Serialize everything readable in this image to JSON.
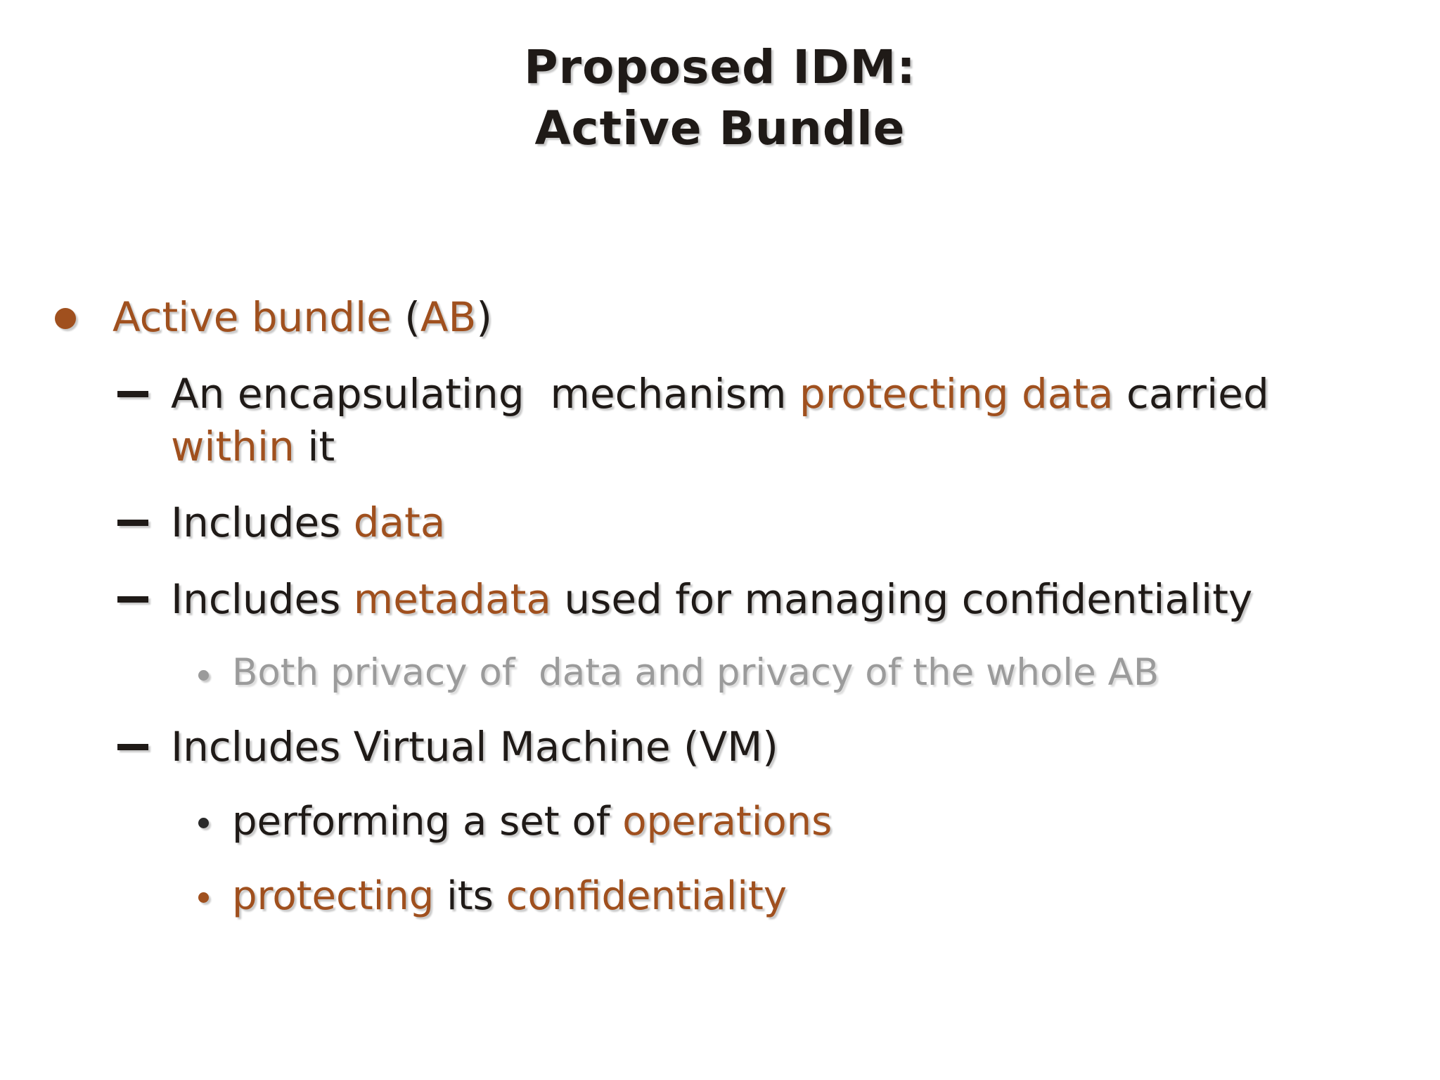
{
  "slide": {
    "title": "Proposed IDM:\nActive Bundle",
    "colors": {
      "accent": "#a0501e",
      "black": "#1f1a17",
      "gray": "#9b9b9b",
      "background": "#ffffff"
    },
    "bullets": [
      {
        "level": 1,
        "marker": "dot",
        "marker_color": "accent",
        "segments": [
          {
            "t": "Active bundle ",
            "c": "accent"
          },
          {
            "t": "(",
            "c": "black"
          },
          {
            "t": "AB",
            "c": "accent"
          },
          {
            "t": ")",
            "c": "black"
          }
        ]
      },
      {
        "level": 2,
        "marker": "dash",
        "marker_color": "black",
        "segments": [
          {
            "t": "An encapsulating  mechanism ",
            "c": "black"
          },
          {
            "t": "protecting data",
            "c": "accent"
          },
          {
            "t": " carried\n",
            "c": "black"
          },
          {
            "t": "within",
            "c": "accent"
          },
          {
            "t": " it",
            "c": "black"
          }
        ]
      },
      {
        "level": 2,
        "marker": "dash",
        "marker_color": "black",
        "segments": [
          {
            "t": "Includes ",
            "c": "black"
          },
          {
            "t": "data",
            "c": "accent"
          }
        ]
      },
      {
        "level": 2,
        "marker": "dash",
        "marker_color": "black",
        "segments": [
          {
            "t": "Includes ",
            "c": "black"
          },
          {
            "t": "metadata",
            "c": "accent"
          },
          {
            "t": " used for managing confidentiality",
            "c": "black"
          }
        ]
      },
      {
        "level": 3,
        "marker": "dot",
        "marker_color": "gray",
        "small": true,
        "segments": [
          {
            "t": "Both privacy of  data and privacy of the whole AB",
            "c": "gray"
          }
        ]
      },
      {
        "level": 2,
        "marker": "dash",
        "marker_color": "black",
        "segments": [
          {
            "t": "Includes Virtual Machine (VM)",
            "c": "black"
          }
        ]
      },
      {
        "level": 3,
        "marker": "dot",
        "marker_color": "black",
        "segments": [
          {
            "t": "performing a set of ",
            "c": "black"
          },
          {
            "t": "operations",
            "c": "accent"
          }
        ]
      },
      {
        "level": 3,
        "marker": "dot",
        "marker_color": "accent",
        "segments": [
          {
            "t": "protecting",
            "c": "accent"
          },
          {
            "t": " its ",
            "c": "black"
          },
          {
            "t": "confidentiality",
            "c": "accent"
          }
        ]
      }
    ]
  }
}
